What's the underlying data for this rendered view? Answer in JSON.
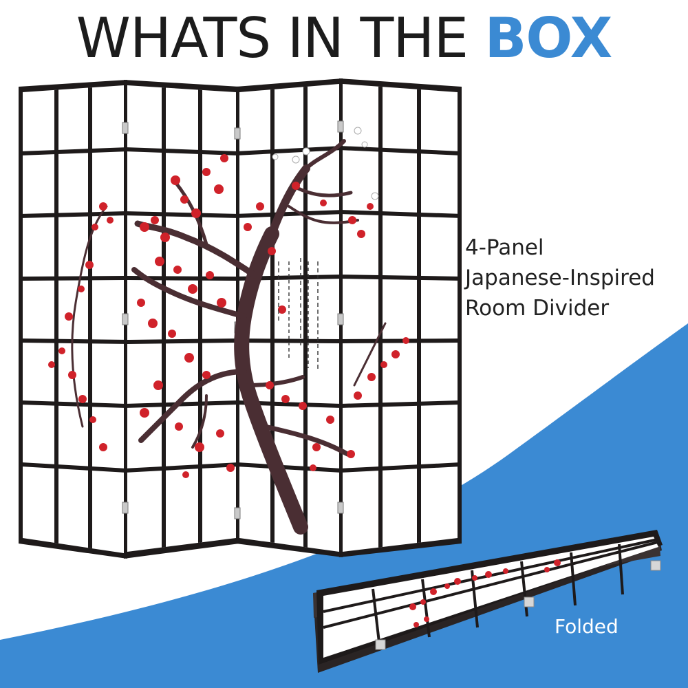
{
  "header": {
    "title_main": "WHATS IN THE",
    "title_accent": "BOX"
  },
  "product": {
    "caption_lines": [
      "4-Panel",
      "Japanese-Inspired",
      "Room Divider"
    ]
  },
  "folded": {
    "caption": "Folded"
  },
  "colors": {
    "accent": "#3b8ad3",
    "frame": "#1e1a1a",
    "blossom": "#d0222a",
    "branch": "#4a2e33",
    "paper": "#ffffff"
  },
  "icons": [
    "hinge-icon",
    "cherry-blossom-illustration"
  ]
}
